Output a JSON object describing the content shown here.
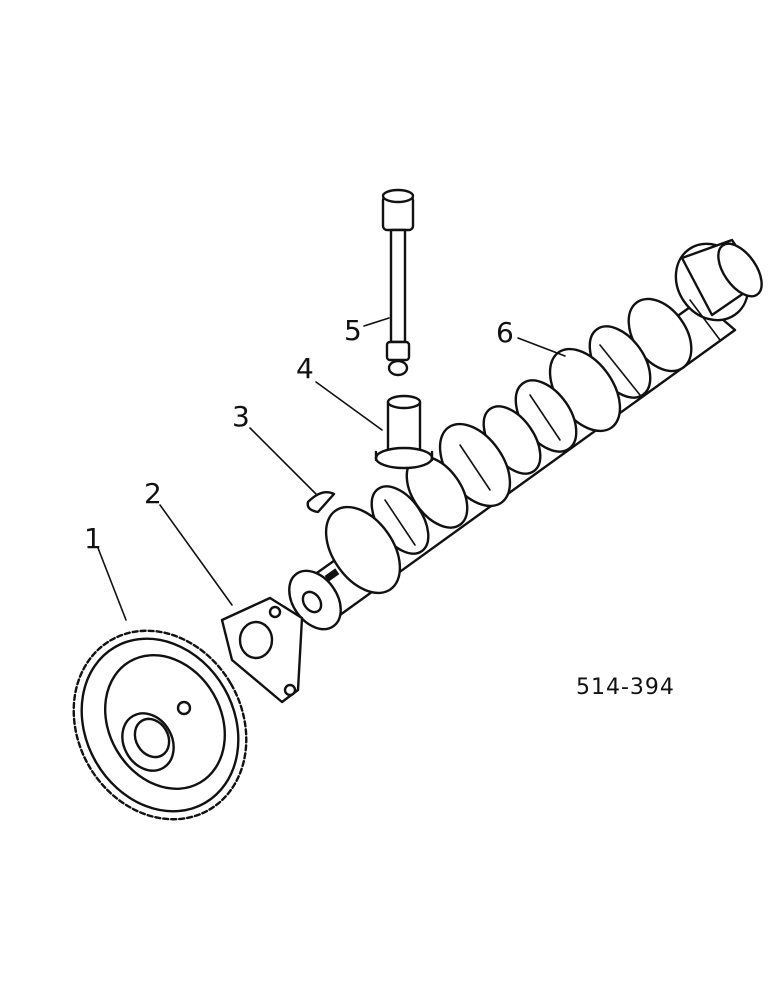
{
  "diagram": {
    "reference_number": "514-394",
    "callouts": [
      {
        "id": "1",
        "label": "1"
      },
      {
        "id": "2",
        "label": "2"
      },
      {
        "id": "3",
        "label": "3"
      },
      {
        "id": "4",
        "label": "4"
      },
      {
        "id": "5",
        "label": "5"
      },
      {
        "id": "6",
        "label": "6"
      }
    ]
  }
}
